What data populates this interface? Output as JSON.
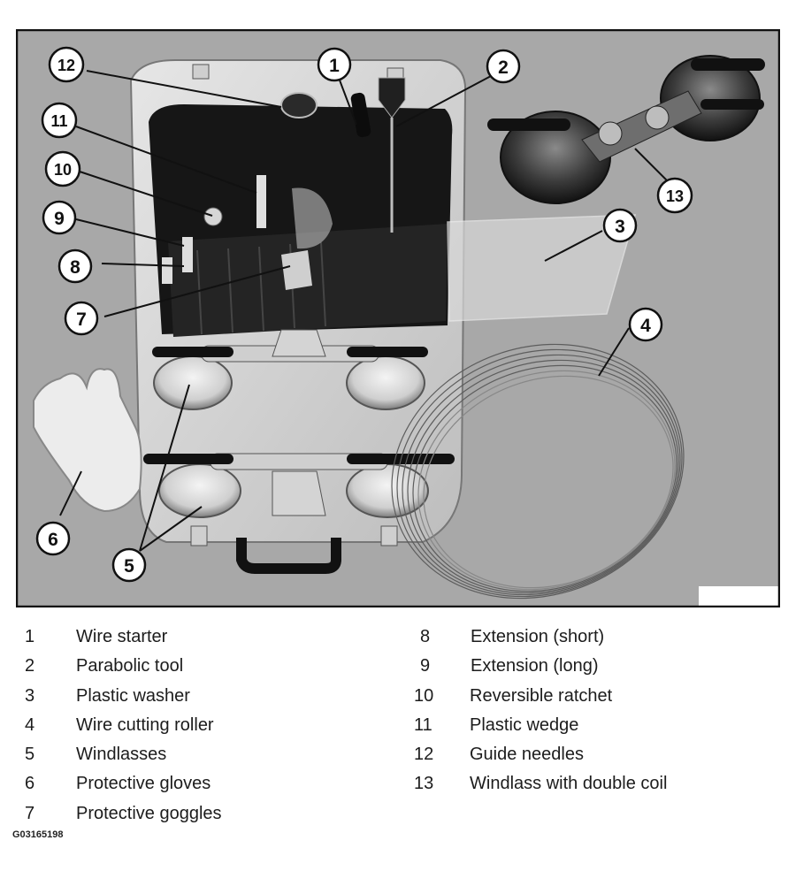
{
  "callouts": [
    "1",
    "2",
    "3",
    "4",
    "5",
    "6",
    "7",
    "8",
    "9",
    "10",
    "11",
    "12",
    "13"
  ],
  "legend": [
    {
      "num": "1",
      "label": "Wire starter"
    },
    {
      "num": "2",
      "label": "Parabolic tool"
    },
    {
      "num": "3",
      "label": "Plastic washer"
    },
    {
      "num": "4",
      "label": "Wire cutting roller"
    },
    {
      "num": "5",
      "label": "Windlasses"
    },
    {
      "num": "6",
      "label": "Protective gloves"
    },
    {
      "num": "7",
      "label": "Protective goggles"
    },
    {
      "num": "8",
      "label": "Extension (short)"
    },
    {
      "num": "9",
      "label": "Extension (long)"
    },
    {
      "num": "10",
      "label": "Reversible ratchet"
    },
    {
      "num": "11",
      "label": "Plastic wedge"
    },
    {
      "num": "12",
      "label": "Guide needles"
    },
    {
      "num": "13",
      "label": "Windlass with double coil"
    }
  ],
  "figure_code": "G03165198",
  "colors": {
    "background": "#a9a9a9",
    "case": "#d6d6d6",
    "foam": "#161616",
    "frame": "#111111"
  }
}
